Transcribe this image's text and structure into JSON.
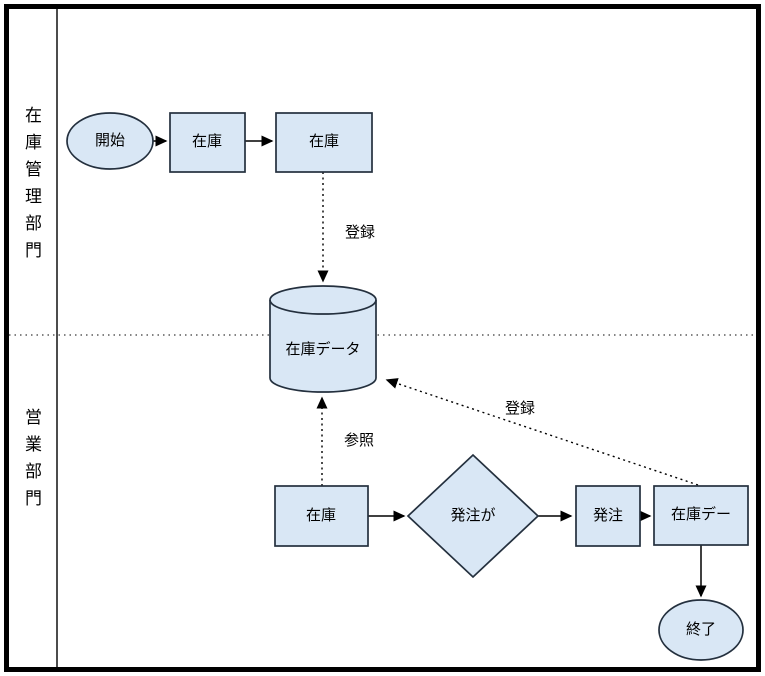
{
  "diagram_type": "swimlane-flowchart",
  "colors": {
    "node_fill": "#d9e7f5",
    "node_stroke": "#24303e",
    "line_color": "#000000",
    "background": "#ffffff"
  },
  "lanes": [
    {
      "label": "在庫管理部門"
    },
    {
      "label": "営業部門"
    }
  ],
  "nodes": {
    "start": "開始",
    "check1": "在庫",
    "check2": "在庫",
    "datastore": "在庫データ",
    "stock": "在庫",
    "decision": "発注が",
    "order": "発注",
    "update": "在庫デー",
    "end": "終了"
  },
  "edges": {
    "register_top": "登録",
    "reference": "参照",
    "register_right": "登録"
  }
}
